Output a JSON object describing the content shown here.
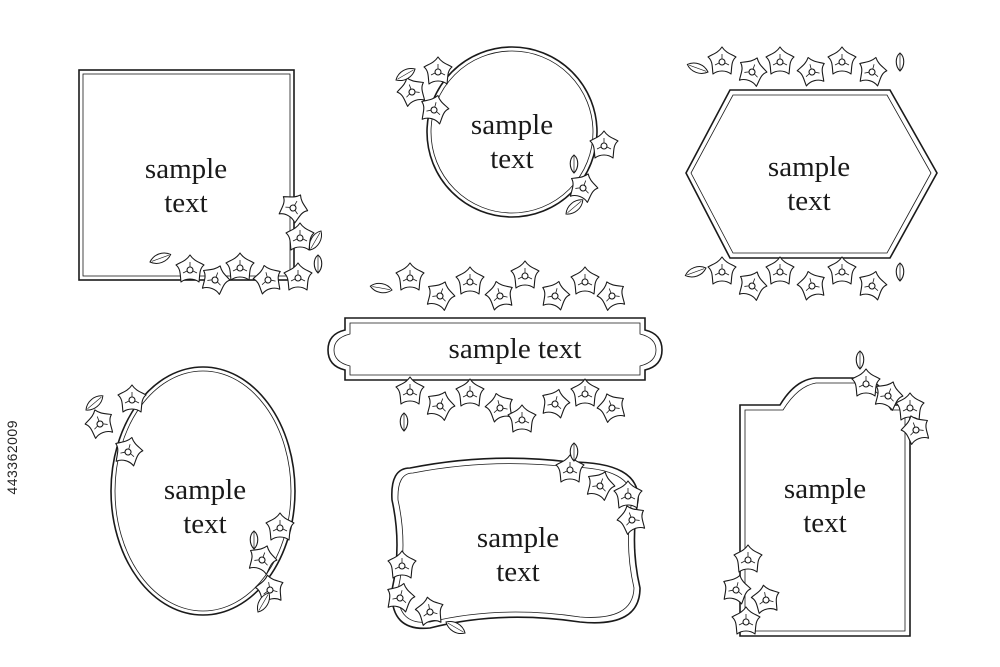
{
  "frames": [
    {
      "id": "square",
      "text": "sample\ntext"
    },
    {
      "id": "circle",
      "text": "sample\ntext"
    },
    {
      "id": "hexagon",
      "text": "sample\ntext"
    },
    {
      "id": "banner",
      "text": "sample text"
    },
    {
      "id": "oval",
      "text": "sample\ntext"
    },
    {
      "id": "wavy",
      "text": "sample\ntext"
    },
    {
      "id": "arch",
      "text": "sample\ntext"
    }
  ],
  "stock_id": "443362009",
  "colors": {
    "line": "#1a1a1a",
    "background": "#ffffff"
  },
  "icons": [
    "bellflower-icon"
  ]
}
